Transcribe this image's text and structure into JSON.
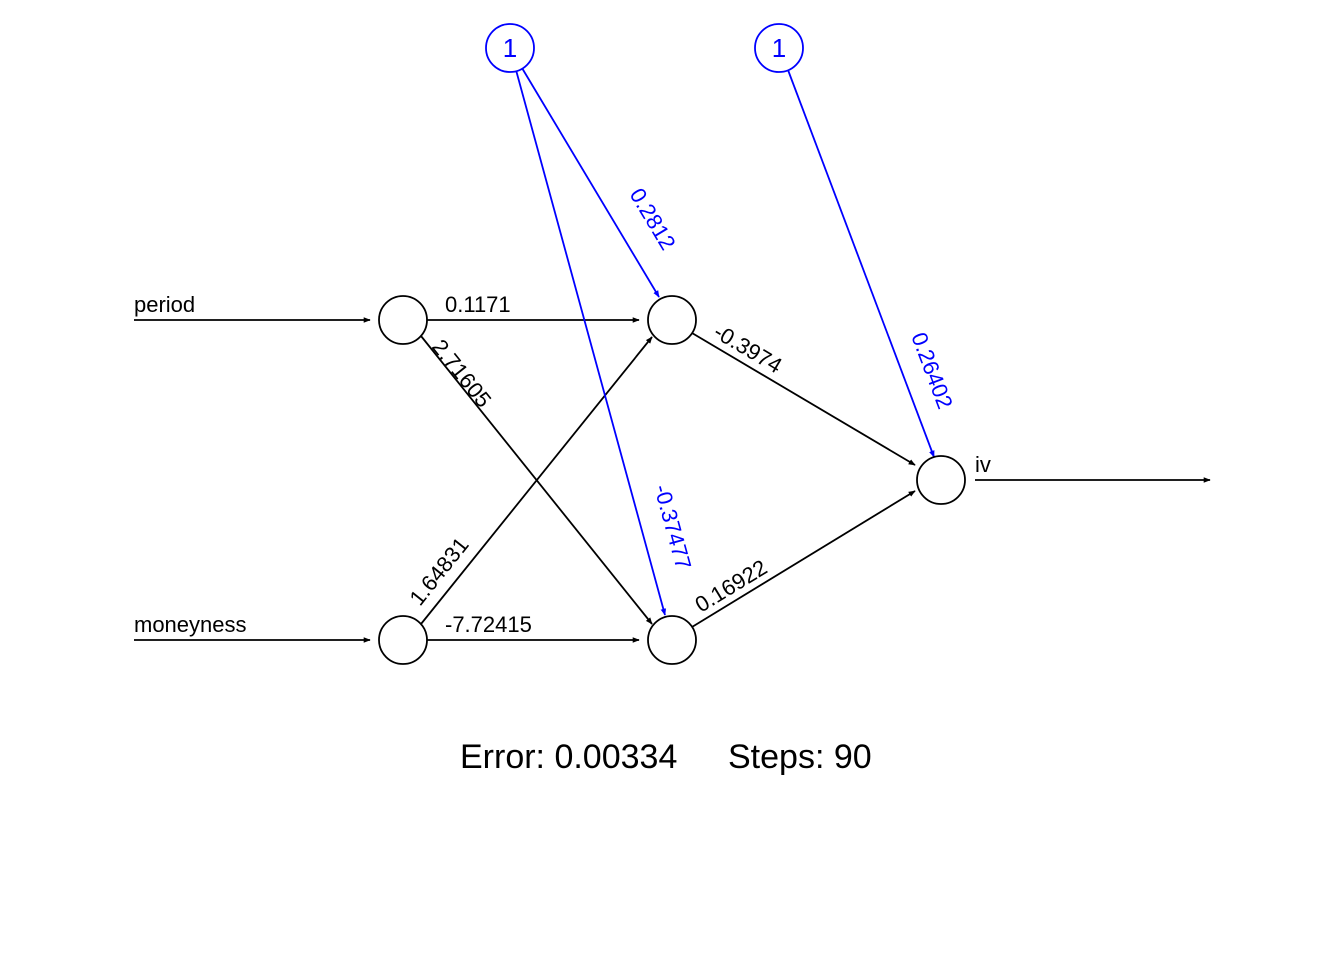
{
  "network": {
    "inputs": [
      {
        "label": "period"
      },
      {
        "label": "moneyness"
      }
    ],
    "output": {
      "label": "iv"
    },
    "bias_nodes": [
      {
        "label": "1"
      },
      {
        "label": "1"
      }
    ],
    "weights": {
      "period_h1": "0.1171",
      "period_h2": "2.71605",
      "moneyness_h1": "1.64831",
      "moneyness_h2": "-7.72415",
      "h1_out": "-0.3974",
      "h2_out": "0.16922"
    },
    "bias_weights": {
      "b1_h1": "0.2812",
      "b1_h2": "-0.37477",
      "b2_out": "0.26402"
    }
  },
  "footer": {
    "error_label": "Error: 0.00334",
    "steps_label": "Steps: 90"
  },
  "colors": {
    "edge": "#000000",
    "bias": "#0000ff"
  }
}
